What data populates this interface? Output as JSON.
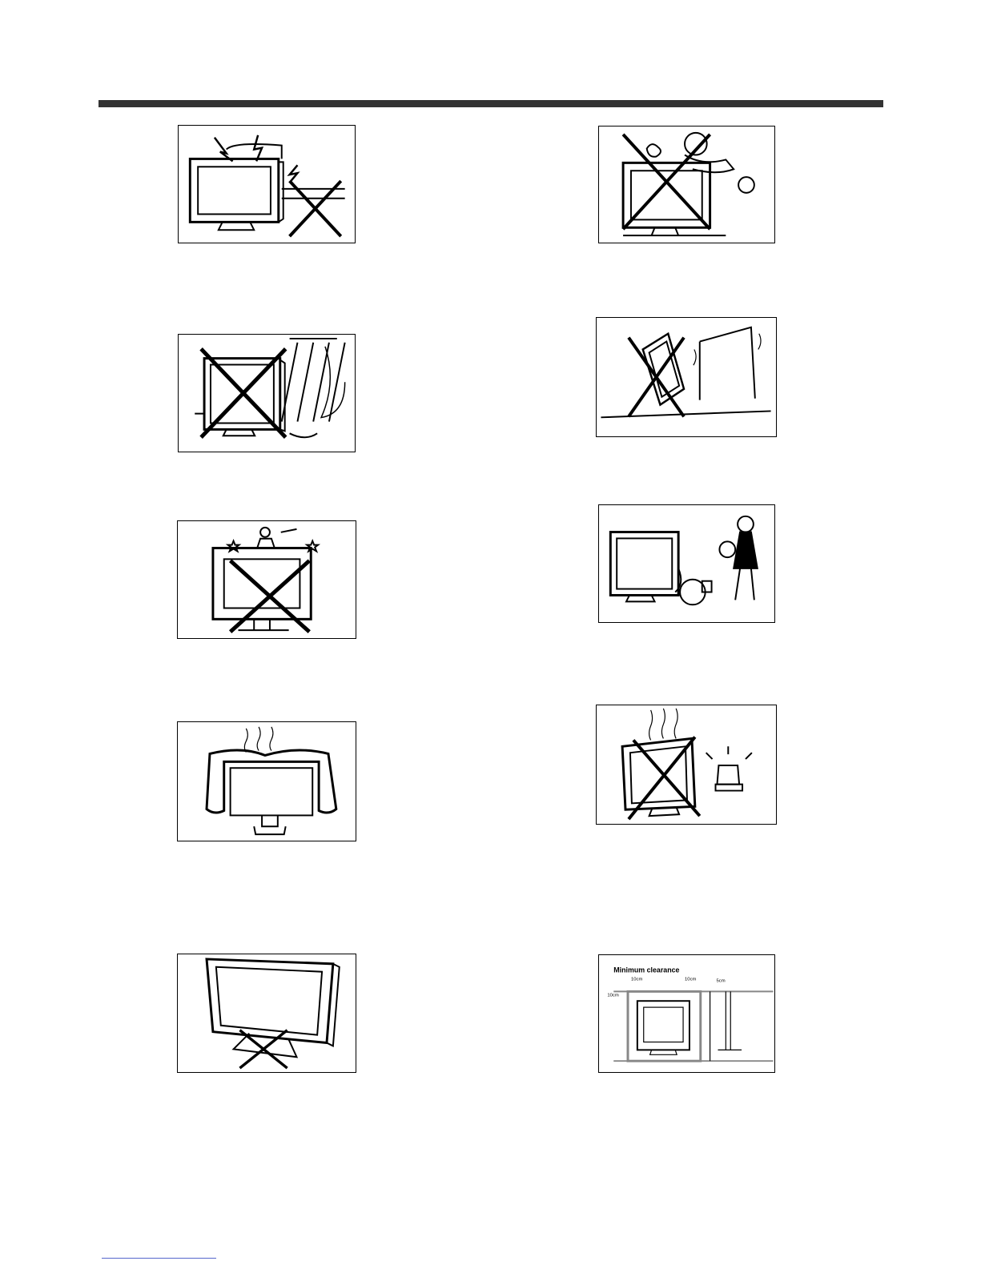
{
  "figures": [
    {
      "id": "lightning",
      "icon": "lightning-storm-warning-icon"
    },
    {
      "id": "child-climbing",
      "icon": "child-climbing-tv-warning-icon"
    },
    {
      "id": "rain-window",
      "icon": "rain-moisture-warning-icon"
    },
    {
      "id": "unstable-surface",
      "icon": "unstable-placement-warning-icon"
    },
    {
      "id": "object-on-top",
      "icon": "object-on-tv-warning-icon"
    },
    {
      "id": "unplug-power",
      "icon": "unplug-power-cord-icon"
    },
    {
      "id": "covered-vents",
      "icon": "covered-ventilation-warning-icon"
    },
    {
      "id": "heat-source",
      "icon": "heat-source-warning-icon"
    },
    {
      "id": "stand-placement",
      "icon": "stand-placement-warning-icon"
    },
    {
      "id": "minimum-clearance",
      "icon": "minimum-clearance-diagram-icon",
      "title": "Minimum clearance",
      "labels": [
        "10cm",
        "10cm",
        "10cm",
        "5cm"
      ]
    }
  ],
  "colors": {
    "rule": "#333333",
    "link_underline": "#5566cc"
  }
}
